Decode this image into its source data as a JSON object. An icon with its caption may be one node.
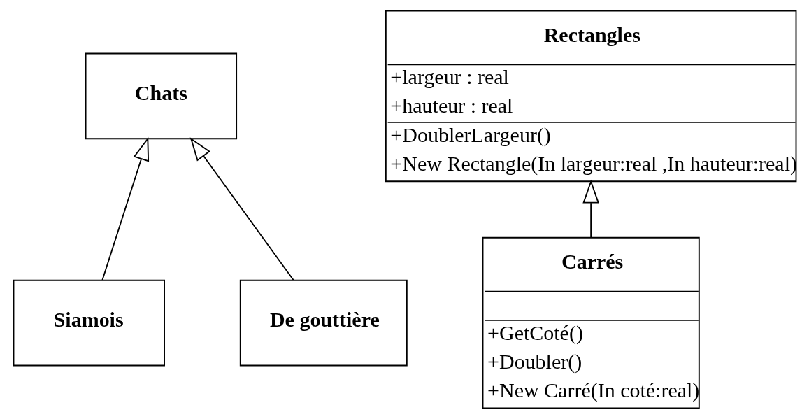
{
  "diagram": {
    "nodes": [
      {
        "text": [
          "Chats"
        ]
      },
      {
        "text": [
          "Siamois"
        ]
      },
      {
        "text": [
          "De gouttière"
        ]
      },
      {
        "text": [
          "Rectangles",
          "+largeur : real",
          "+hauteur : real",
          "+DoublerLargeur()",
          "+New Rectangle(In largeur:real ,In hauteur:real)"
        ]
      },
      {
        "text": [
          "Carrés",
          "+GetCoté()",
          "+Doubler()",
          "+New Carré(In coté:real)"
        ]
      }
    ],
    "edges": [
      {
        "from": 1,
        "to": 0,
        "arrow": "to"
      },
      {
        "from": 2,
        "to": 0,
        "arrow": "to"
      },
      {
        "from": 4,
        "to": 3,
        "arrow": "to"
      }
    ]
  }
}
